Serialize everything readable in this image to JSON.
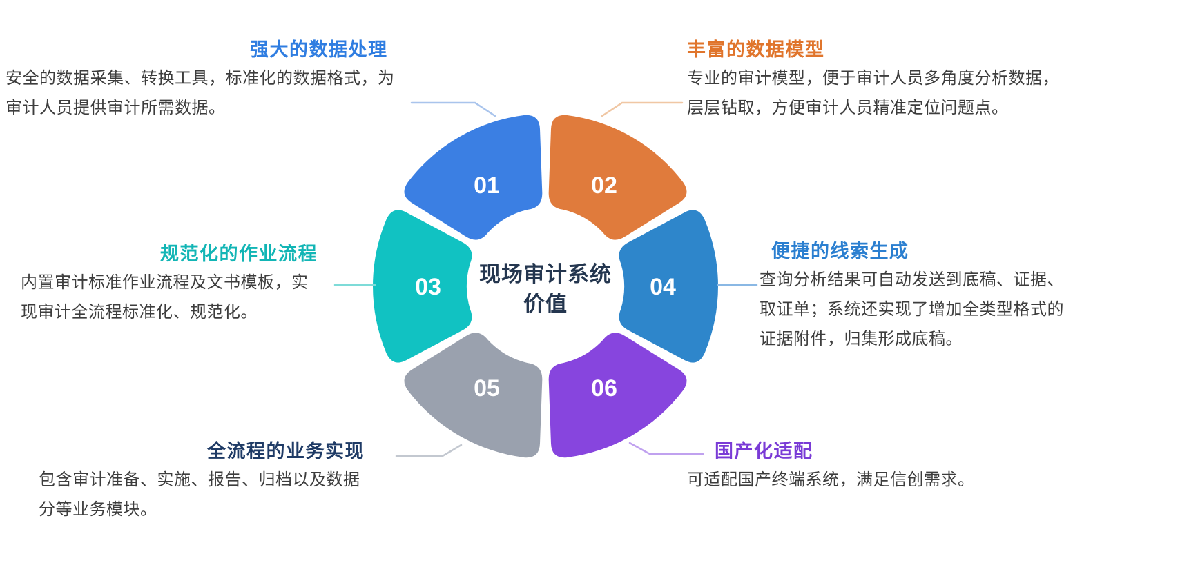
{
  "page": {
    "background": "#ffffff"
  },
  "center": {
    "line1": "现场审计系统",
    "line2": "价值",
    "color": "#24364f"
  },
  "segments": [
    {
      "number": "01",
      "angle": -30,
      "color": "#3b7fe3",
      "connector_color": "#a9c4ec",
      "title": "强大的数据处理",
      "title_color": "#2f7de1",
      "desc": "安全的数据采集、转换工具，标准化的数据格式，为审计人员提供审计所需数据。"
    },
    {
      "number": "02",
      "angle": 30,
      "color": "#e07b3c",
      "connector_color": "#f0c7a4",
      "title": "丰富的数据模型",
      "title_color": "#e0752c",
      "desc": "专业的审计模型，便于审计人员多角度分析数据，层层钻取，方便审计人员精准定位问题点。"
    },
    {
      "number": "03",
      "angle": 270,
      "color": "#11c2c2",
      "connector_color": "#7edbd8",
      "title": "规范化的作业流程",
      "title_color": "#12b5b5",
      "desc": "内置审计标准作业流程及文书模板，实现审计全流程标准化、规范化。"
    },
    {
      "number": "04",
      "angle": 90,
      "color": "#2e86cb",
      "connector_color": "#8ab8e4",
      "title": "便捷的线索生成",
      "title_color": "#2b7fd0",
      "desc": "查询分析结果可自动发送到底稿、证据、取证单；系统还实现了增加全类型格式的证据附件，归集形成底稿。"
    },
    {
      "number": "05",
      "angle": 210,
      "color": "#9aa1ae",
      "connector_color": "#c3c8d0",
      "title": "全流程的业务实现",
      "title_color": "#1f3b66",
      "desc": "包含审计准备、实施、报告、归档以及数据分等业务模块。"
    },
    {
      "number": "06",
      "angle": 150,
      "color": "#8745de",
      "connector_color": "#c0a1ef",
      "title": "国产化适配",
      "title_color": "#7a3bd6",
      "desc": "可适配国产终端系统，满足信创需求。"
    }
  ]
}
